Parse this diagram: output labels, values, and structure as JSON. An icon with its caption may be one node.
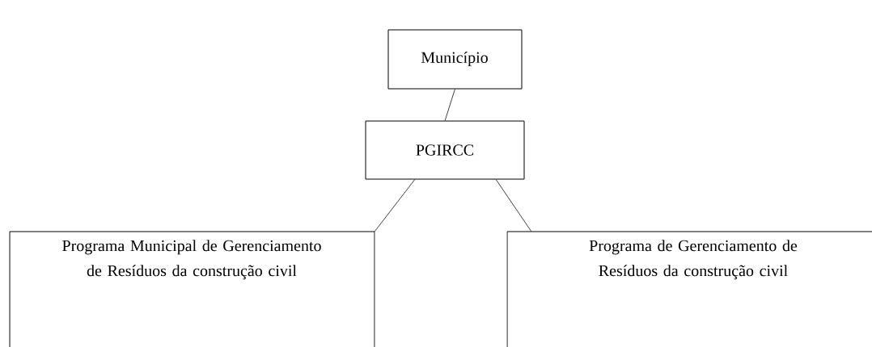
{
  "diagram": {
    "nodes": [
      {
        "text": [
          "Município"
        ]
      },
      {
        "text": [
          "PGIRCC"
        ]
      },
      {
        "text": [
          "Programa Municipal de Gerenciamento de Resíduos da construção civil"
        ]
      },
      {
        "text": [
          "Programa de Gerenciamento de Resíduos da construção civil"
        ]
      }
    ],
    "edges": [
      {
        "from": 0,
        "to": 1,
        "arrow": "none"
      },
      {
        "from": 1,
        "to": 2,
        "arrow": "none"
      },
      {
        "from": 1,
        "to": 3,
        "arrow": "none"
      }
    ]
  }
}
